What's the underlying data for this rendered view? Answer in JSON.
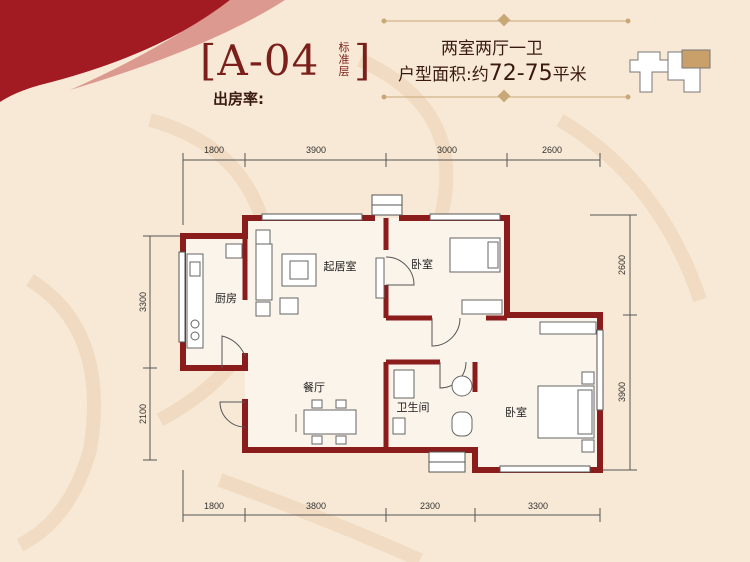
{
  "header": {
    "model_code": "A-04",
    "floor_tag": "标准层",
    "layout_summary": "两室两厅一卫",
    "area_label": "户型面积:约",
    "area_value": "72-75",
    "area_unit": "平米",
    "occupancy_label": "出房率:"
  },
  "rooms": {
    "living": "起居室",
    "kitchen": "厨房",
    "bedroom_north": "卧室",
    "dining": "餐厅",
    "bathroom": "卫生间",
    "bedroom_south": "卧室"
  },
  "dimensions": {
    "top": [
      "1800",
      "3900",
      "3000",
      "2600"
    ],
    "bottom": [
      "1800",
      "3800",
      "2300",
      "3300"
    ],
    "left": [
      "3300",
      "2100"
    ],
    "right": [
      "2600",
      "3900"
    ]
  },
  "colors": {
    "wall": "#8b1c1c",
    "background": "#f8e9d6",
    "accent_red": "#9e1b1f",
    "text": "#3a1a10"
  }
}
